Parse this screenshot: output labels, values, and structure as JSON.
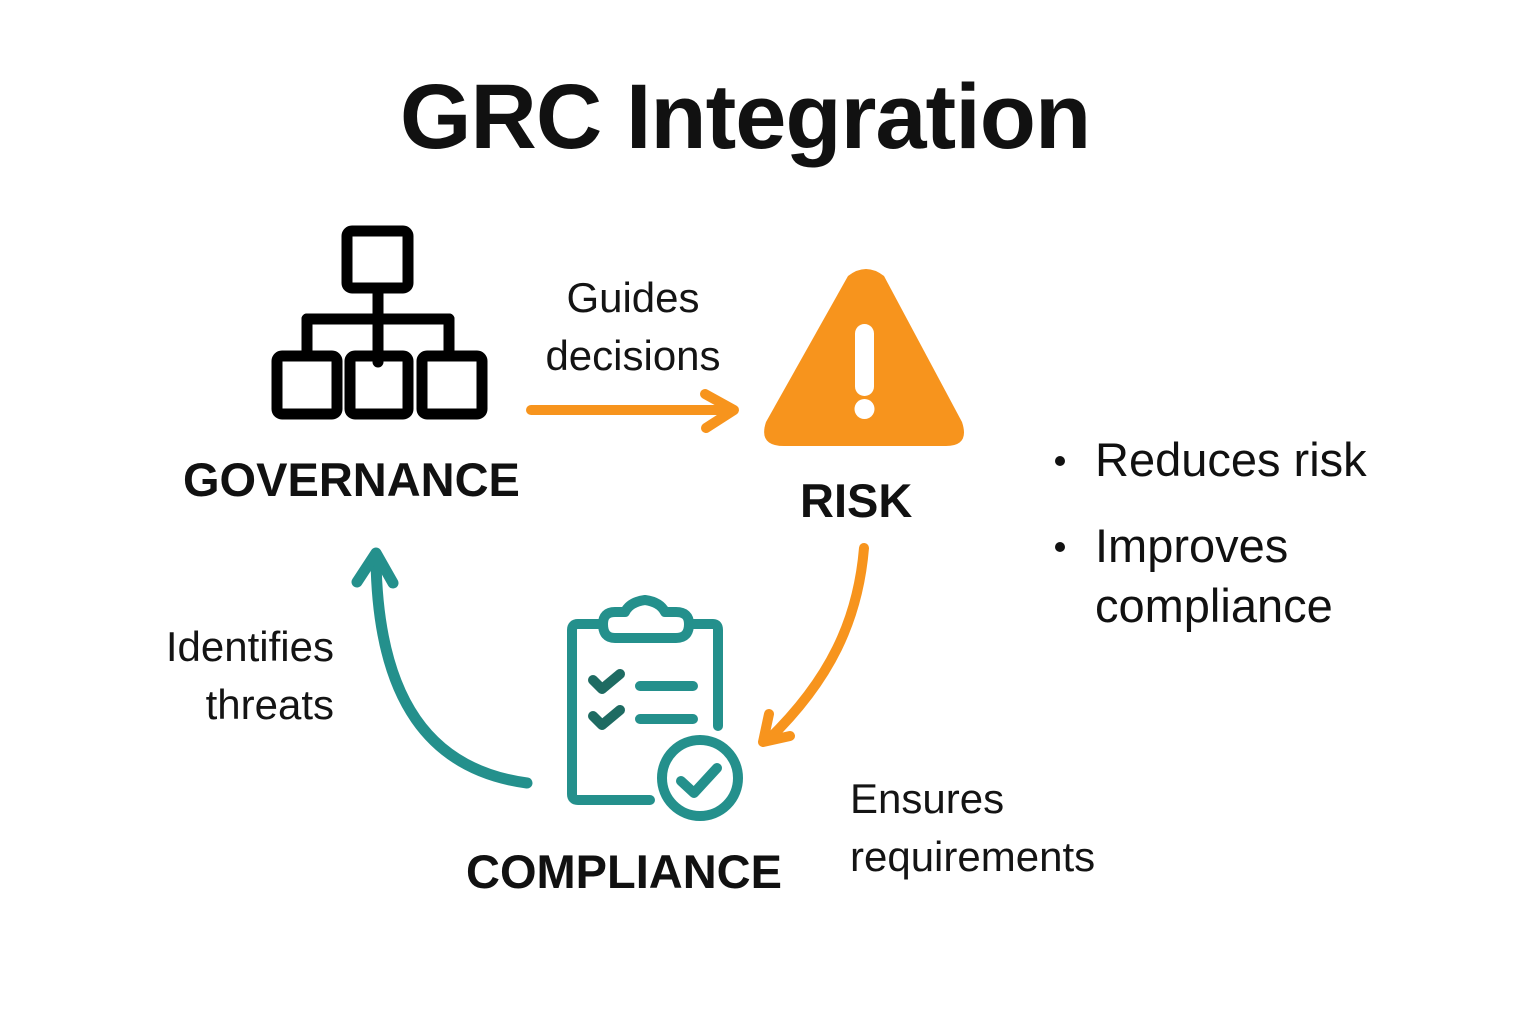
{
  "title": "GRC Integration",
  "colors": {
    "accent_orange": "#F7941D",
    "accent_teal": "#24908C",
    "dark_teal": "#1E6B62",
    "text": "#111111"
  },
  "nodes": {
    "governance": {
      "label": "GOVERNANCE",
      "icon": "org-chart-icon"
    },
    "risk": {
      "label": "RISK",
      "icon": "warning-triangle-icon"
    },
    "compliance": {
      "label": "COMPLIANCE",
      "icon": "clipboard-check-icon"
    }
  },
  "edges": [
    {
      "from": "governance",
      "to": "risk",
      "label_lines": [
        "Guides",
        "decisions"
      ],
      "color": "orange"
    },
    {
      "from": "risk",
      "to": "compliance",
      "label_lines": [
        "Ensures",
        "requirements"
      ],
      "color": "orange"
    },
    {
      "from": "compliance",
      "to": "governance",
      "label_lines": [
        "Identifies",
        "threats"
      ],
      "color": "teal"
    }
  ],
  "benefits": [
    {
      "lines": [
        "Reduces risk"
      ]
    },
    {
      "lines": [
        "Improves",
        "compliance"
      ]
    }
  ]
}
